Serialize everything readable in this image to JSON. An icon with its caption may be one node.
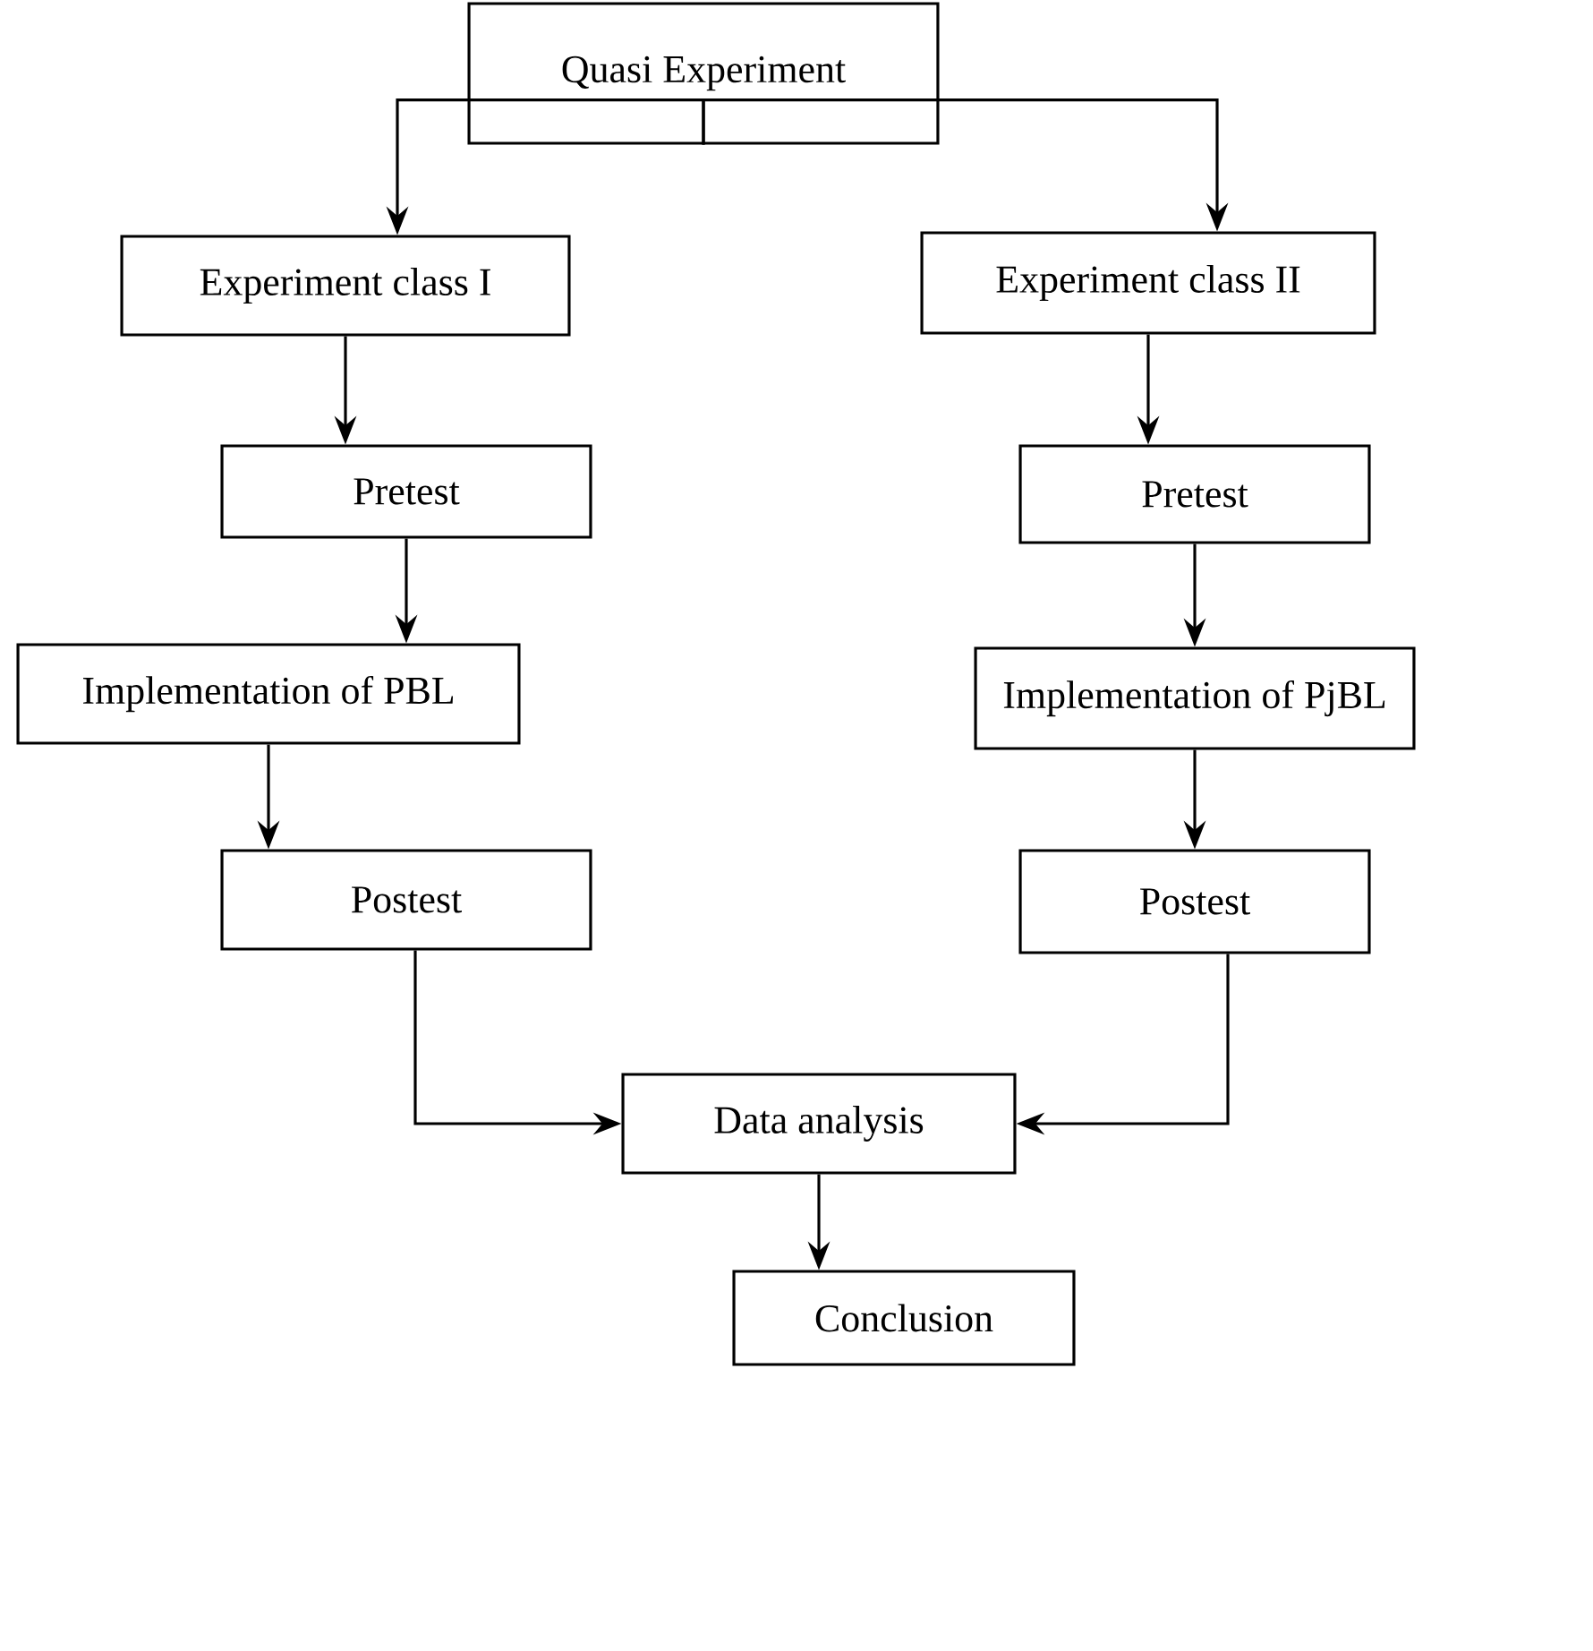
{
  "diagram": {
    "nodes": [
      {
        "text": [
          "Quasi Experiment"
        ]
      },
      {
        "text": [
          "Experiment class I"
        ]
      },
      {
        "text": [
          "Experiment class II"
        ]
      },
      {
        "text": [
          "Pretest"
        ]
      },
      {
        "text": [
          "Pretest"
        ]
      },
      {
        "text": [
          "Implementation of PBL"
        ]
      },
      {
        "text": [
          "Implementation of PjBL"
        ]
      },
      {
        "text": [
          "Postest"
        ]
      },
      {
        "text": [
          "Postest"
        ]
      },
      {
        "text": [
          "Data analysis"
        ]
      },
      {
        "text": [
          "Conclusion"
        ]
      }
    ],
    "edges": [
      {
        "from": 0,
        "to": 1,
        "arrow": "to"
      },
      {
        "from": 0,
        "to": 2,
        "arrow": "to"
      },
      {
        "from": 1,
        "to": 3,
        "arrow": "to"
      },
      {
        "from": 2,
        "to": 4,
        "arrow": "to"
      },
      {
        "from": 3,
        "to": 5,
        "arrow": "to"
      },
      {
        "from": 4,
        "to": 6,
        "arrow": "to"
      },
      {
        "from": 5,
        "to": 7,
        "arrow": "to"
      },
      {
        "from": 6,
        "to": 8,
        "arrow": "to"
      },
      {
        "from": 7,
        "to": 9,
        "arrow": "to"
      },
      {
        "from": 8,
        "to": 9,
        "arrow": "to"
      },
      {
        "from": 9,
        "to": 10,
        "arrow": "to"
      }
    ]
  }
}
